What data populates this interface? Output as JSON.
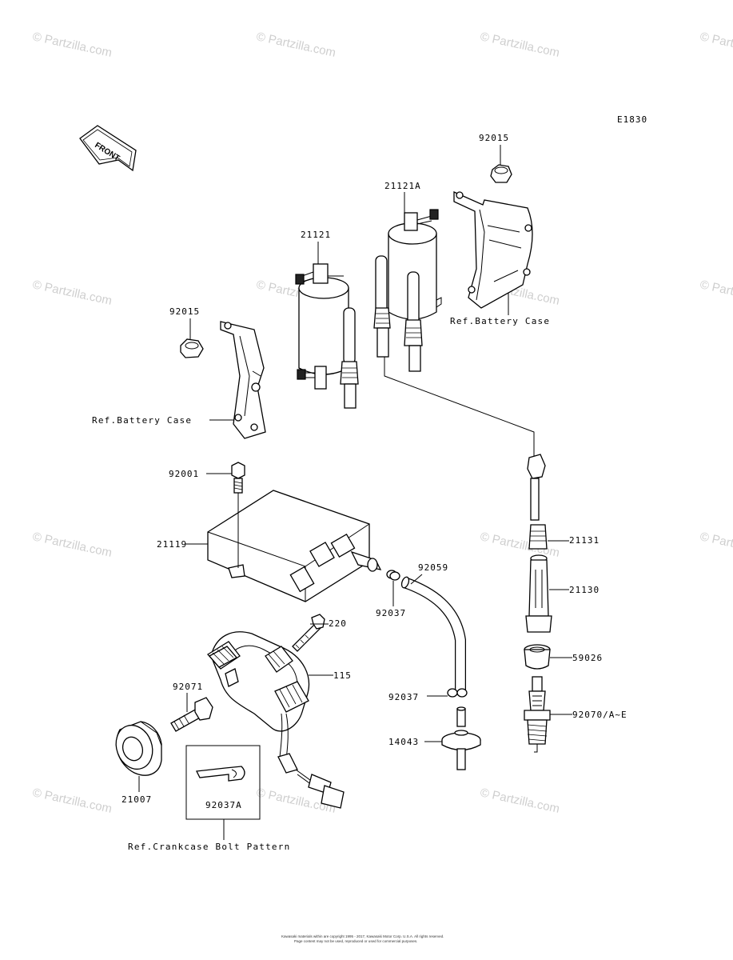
{
  "diagram": {
    "code": "E1830",
    "front_label": "FRONT",
    "watermark": "© Partzilla.com",
    "copyright": [
      "Kawasaki materials within are copyright 1995 - 2017, Kawasaki Motor Corp. U.S.A. All rights reserved.",
      "Page content may not be used, reproduced or used for commercial purposes."
    ],
    "parts": [
      {
        "id": "p-92015-top",
        "number": "92015"
      },
      {
        "id": "p-21121A",
        "number": "21121A"
      },
      {
        "id": "p-21121",
        "number": "21121"
      },
      {
        "id": "p-92015-left",
        "number": "92015"
      },
      {
        "id": "p-92001",
        "number": "92001"
      },
      {
        "id": "p-21119",
        "number": "21119"
      },
      {
        "id": "p-21131",
        "number": "21131"
      },
      {
        "id": "p-21130",
        "number": "21130"
      },
      {
        "id": "p-92059",
        "number": "92059"
      },
      {
        "id": "p-92037",
        "number": "92037"
      },
      {
        "id": "p-220",
        "number": "220"
      },
      {
        "id": "p-59026",
        "number": "59026"
      },
      {
        "id": "p-115",
        "number": "115"
      },
      {
        "id": "p-92071",
        "number": "92071"
      },
      {
        "id": "p-92037b",
        "number": "92037"
      },
      {
        "id": "p-92070",
        "number": "92070/A~E"
      },
      {
        "id": "p-14043",
        "number": "14043"
      },
      {
        "id": "p-21007",
        "number": "21007"
      },
      {
        "id": "p-92037A",
        "number": "92037A"
      }
    ],
    "refs": [
      {
        "id": "ref-battery-right",
        "text": "Ref.Battery Case"
      },
      {
        "id": "ref-battery-left",
        "text": "Ref.Battery Case"
      },
      {
        "id": "ref-crankcase",
        "text": "Ref.Crankcase Bolt Pattern"
      }
    ]
  }
}
